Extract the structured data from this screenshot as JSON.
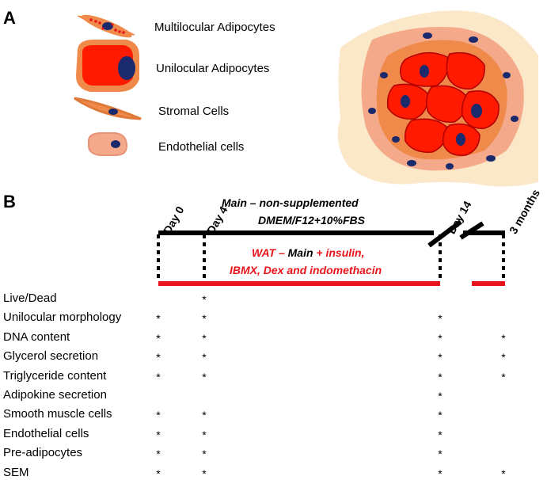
{
  "panel_a": {
    "letter": "A",
    "legend": [
      {
        "label": "Multilocular Adipocytes",
        "icon": "multilocular-adipocyte-icon"
      },
      {
        "label": "Unilocular Adipocytes",
        "icon": "unilocular-adipocyte-icon"
      },
      {
        "label": "Stromal Cells",
        "icon": "stromal-cell-icon"
      },
      {
        "label": "Endothelial cells",
        "icon": "endothelial-cell-icon"
      }
    ]
  },
  "panel_b": {
    "letter": "B",
    "days": [
      "Day 0",
      "Day 4",
      "Day 14",
      "3 months"
    ],
    "main_line1_prefix": "Main –  ",
    "main_line1_rest": "non-supplemented",
    "main_line2": "DMEM/F12+10%FBS",
    "wat_line1_a": "WAT – ",
    "wat_line1_b": "Main",
    "wat_line1_c": " + insulin,",
    "wat_line2": "IBMX, Dex and indomethacin",
    "colors": {
      "main": "#000000",
      "wat": "#e8141b"
    },
    "rows": [
      {
        "label": "Live/Dead",
        "marks": [
          false,
          true,
          false,
          false
        ]
      },
      {
        "label": "Unilocular morphology",
        "marks": [
          true,
          true,
          true,
          false
        ]
      },
      {
        "label": "DNA content",
        "marks": [
          true,
          true,
          true,
          true
        ]
      },
      {
        "label": "Glycerol secretion",
        "marks": [
          true,
          true,
          true,
          true
        ]
      },
      {
        "label": "Triglyceride content",
        "marks": [
          true,
          true,
          true,
          true
        ]
      },
      {
        "label": "Adipokine secretion",
        "marks": [
          false,
          false,
          true,
          false
        ]
      },
      {
        "label": "Smooth muscle cells",
        "marks": [
          true,
          true,
          true,
          false
        ]
      },
      {
        "label": "Endothelial cells",
        "marks": [
          true,
          true,
          true,
          false
        ]
      },
      {
        "label": "Pre-adipocytes",
        "marks": [
          true,
          true,
          true,
          false
        ]
      },
      {
        "label": "SEM",
        "marks": [
          true,
          true,
          true,
          true
        ]
      }
    ],
    "mark_symbol": "*"
  }
}
